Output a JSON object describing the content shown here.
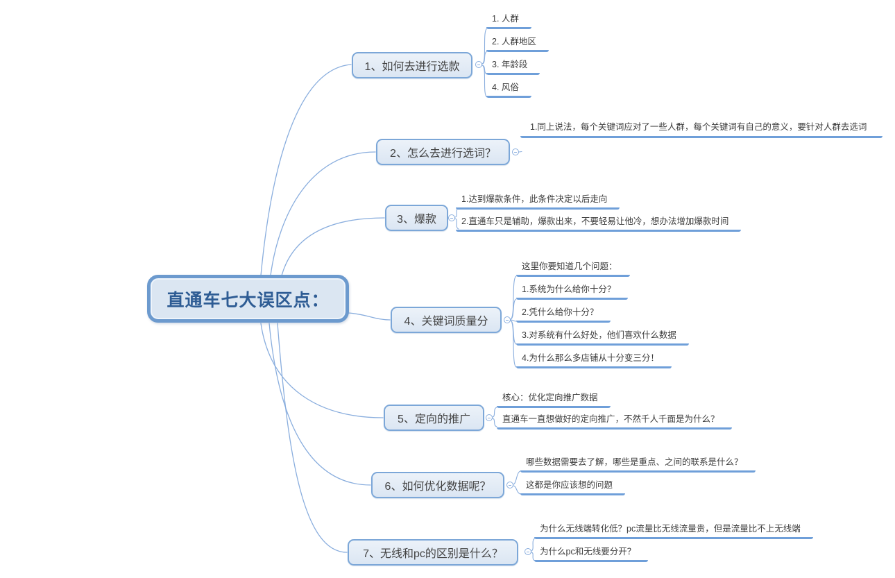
{
  "root": {
    "label": "直通车七大误区点："
  },
  "topics": [
    {
      "label": "1、如何去进行选款",
      "children": [
        "1. 人群",
        "2. 人群地区",
        "3. 年龄段",
        "4. 风俗"
      ]
    },
    {
      "label": "2、怎么去进行选词？",
      "children": [
        "1.同上说法，每个关键词应对了一些人群，每个关键词有自己的意义，要针对人群去选词"
      ]
    },
    {
      "label": "3、爆款",
      "children": [
        "1.达到爆款条件，此条件决定以后走向",
        "2.直通车只是辅助，爆款出来，不要轻易让他冷，想办法增加爆款时间"
      ]
    },
    {
      "label": "4、关键词质量分",
      "children": [
        "这里你要知道几个问题：",
        "1.系统为什么给你十分？",
        "2.凭什么给你十分？",
        "3.对系统有什么好处，他们喜欢什么数据",
        "4.为什么那么多店铺从十分变三分！"
      ]
    },
    {
      "label": "5、定向的推广",
      "children": [
        "核心：优化定向推广数据",
        "直通车一直想做好的定向推广，不然千人千面是为什么？"
      ]
    },
    {
      "label": "6、如何优化数据呢？",
      "children": [
        "哪些数据需要去了解，哪些是重点、之间的联系是什么？",
        "这都是你应该想的问题"
      ]
    },
    {
      "label": "7、无线和pc的区别是什么？",
      "children": [
        "为什么无线端转化低？pc流量比无线流量贵，但是流量比不上无线端",
        "为什么pc和无线要分开？"
      ]
    }
  ],
  "colors": {
    "accent_line": "#6f9fd9",
    "connector": "#8aaede",
    "node_fill": "#dbe6f2",
    "node_border": "#7ca7d8",
    "central_border": "#6c9ace",
    "title_text": "#2e5c94",
    "body_text": "#3c3c3c"
  }
}
